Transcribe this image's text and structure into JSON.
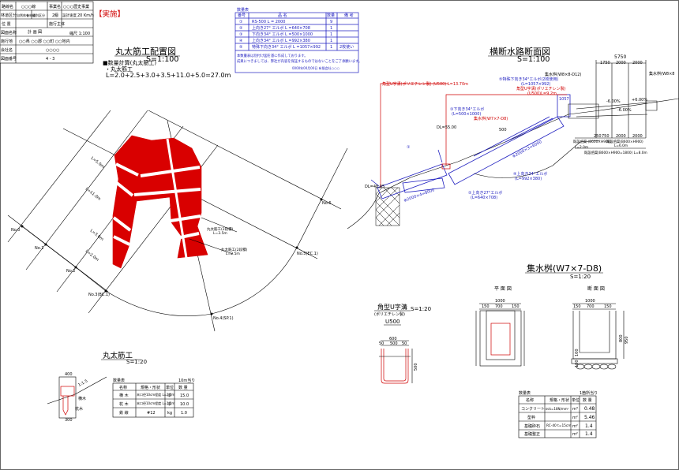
{
  "title_block": {
    "route_label": "路線名",
    "route": "○○○線",
    "project_label": "事業名",
    "project": "○○○歴史事業",
    "class_label": "林道区分",
    "class": "自然休養林道",
    "grade_label": "級別区分",
    "grade": "2級",
    "speed_label": "設計速度",
    "speed": "20 Km/h",
    "status": "【実施】",
    "location_label": "位 置",
    "operator_label": "施行主体",
    "drawing_label": "図面名称",
    "drawing": "計 画 図",
    "scale": "縮尺 1:100",
    "site_label": "施行地",
    "site": "○○県 ○○郡 ○○町 ○○地内",
    "company_label": "会社名",
    "company": "○○○○",
    "number_label": "図面番号",
    "number": "4 - 3"
  },
  "qty_table": {
    "caption": "数量表",
    "headers": [
      "番号",
      "品 名",
      "数量",
      "備 考"
    ],
    "rows": [
      [
        "①",
        "RS-500  L = 2000",
        "9",
        ""
      ],
      [
        "②",
        "上向き27° エルボ  L =640×708",
        "1",
        ""
      ],
      [
        "③",
        "下向き34° エルボ  L =500×1000",
        "1",
        ""
      ],
      [
        "④",
        "上向き34° エルボ  L =992×380",
        "1",
        ""
      ],
      [
        "⑤",
        "特殊下向き34° エルボ  L =1057×992",
        "1",
        "2枚使い"
      ]
    ],
    "note1": "本数量表は別付け図を基に作成しております。",
    "note2": "成果につきましては、弊社が内容を保証するものではないことをご了承願います。",
    "footer": "0000年00月00日  有限会社○○○"
  },
  "layout_plan": {
    "title": "丸太筋工配置図",
    "scale": "S=1:100",
    "calc_title": "■数量計算(丸太筋工)",
    "calc_item": "・丸太筋工",
    "calc_formula": "L=2.0+2.5+3.0+3.5+11.0+5.0=27.0m",
    "lengths": [
      "L=5.0m",
      "L=11.0m",
      "L=3.0m",
      "L=2.0m"
    ],
    "stations": [
      "No.0",
      "No.1",
      "No.2",
      "No.3(BC.1)",
      "No.4(SP.1)",
      "No.5(EC.1)",
      "No.6"
    ],
    "callout1": "丸太筋工(2段積)",
    "callout1_len": "L=3.5m",
    "callout2": "丸太筋工(2段積)",
    "callout2_len": "L=2.5m"
  },
  "log_detail": {
    "title": "丸太筋工",
    "scale": "S=1:20",
    "dim_top": "400",
    "dim_bottom": "300",
    "slope": "1:1.5",
    "label1": "横木",
    "label2": "杭木",
    "table_caption": "数量表",
    "table_unit": "10m当り",
    "headers": [
      "名称",
      "規格・形状",
      "単位",
      "数 量"
    ],
    "rows": [
      [
        "横 木",
        "末口径10cm程度 L=2.0m",
        "本",
        "15.0"
      ],
      [
        "杭 木",
        "末口径10cm程度 L=1.2m",
        "本",
        "10.0"
      ],
      [
        "鉄 線",
        "#12",
        "kg",
        "1.0"
      ]
    ]
  },
  "profile": {
    "title": "横断水路断面図",
    "scale": "S=1:100",
    "u_channel_total": "角型U字溝(ポリエチレン製) (U500)  L=13.70m",
    "elbow5": "⑤特殊下向き34°エルボ(2枚使用)",
    "elbow5_l": "(L=1057×992)",
    "u_channel2": "角型U字溝(ポリエチレン製)",
    "u_channel2_l": "(U500)L=9.2m",
    "elbow3": "③下向き34°エルボ",
    "elbow3_l": "(L=500×1000)",
    "catch_basin": "集水桝(W7×7-D8)",
    "dl_upper": "DL=55.00",
    "dl_lower": "DL=48.05",
    "elbow2": "②上向き27°エルボ",
    "elbow2_l": "(L=640×708)",
    "elbow4": "④上向き34°エルボ",
    "elbow4_l": "(L=992×380)",
    "pipe_a": "⊕2000×4=8000",
    "pipe_b": "⊕2000×3=6000",
    "marker": "①",
    "dim_500": "500",
    "dim_1057": "1057",
    "right_basin": "集水桝(W8×8-D12)",
    "right_basin2": "集水桝(W8×8",
    "top_total": "5750",
    "top_dims": [
      "1750",
      "2000",
      "2000"
    ],
    "bottom_dims": [
      "250",
      "750",
      "2000",
      "2000"
    ],
    "slopes": [
      "-6.00%",
      "+6.00%",
      "-6.00%"
    ],
    "box_culvert1": "既設函渠(B600×H900)",
    "box_culvert1_l": "L=6.0m",
    "box_culvert2": "既設函渠(B600×H900=1800) L=8.0m",
    "pipe_note": "既設函渠 (B600×H900)",
    "pipe_note_l": "L=2.0m"
  },
  "u_section": {
    "title": "角型U字溝",
    "subtitle": "(ポリエチレン製)",
    "scale": "S=1:20",
    "model": "U500",
    "dims": [
      "600",
      "50",
      "500",
      "50",
      "500"
    ]
  },
  "catch_basin": {
    "title": "集水桝(W7×7-D8)",
    "scale": "S=1:20",
    "plan_label": "平 面 図",
    "section_label": "断 面 図",
    "plan_dims": [
      "1000",
      "150",
      "700",
      "150"
    ],
    "section_dims": [
      "1000",
      "150",
      "700",
      "150",
      "800",
      "950",
      "100",
      "100"
    ],
    "table_caption": "数量表",
    "table_unit": "1箇所当り",
    "headers": [
      "名称",
      "規格・形状",
      "単位",
      "数 量"
    ],
    "rows": [
      [
        "コンクリート",
        "σck=18N/mm²",
        "m³",
        "0.48"
      ],
      [
        "型枠",
        "",
        "m²",
        "5.46"
      ],
      [
        "基礎砕石",
        "RC-40 t=15cm",
        "m²",
        "1.4"
      ],
      [
        "基礎整正",
        "",
        "m²",
        "1.4"
      ]
    ]
  },
  "colors": {
    "red": "#d00000",
    "blue": "#2020c0",
    "line": "#000000"
  }
}
